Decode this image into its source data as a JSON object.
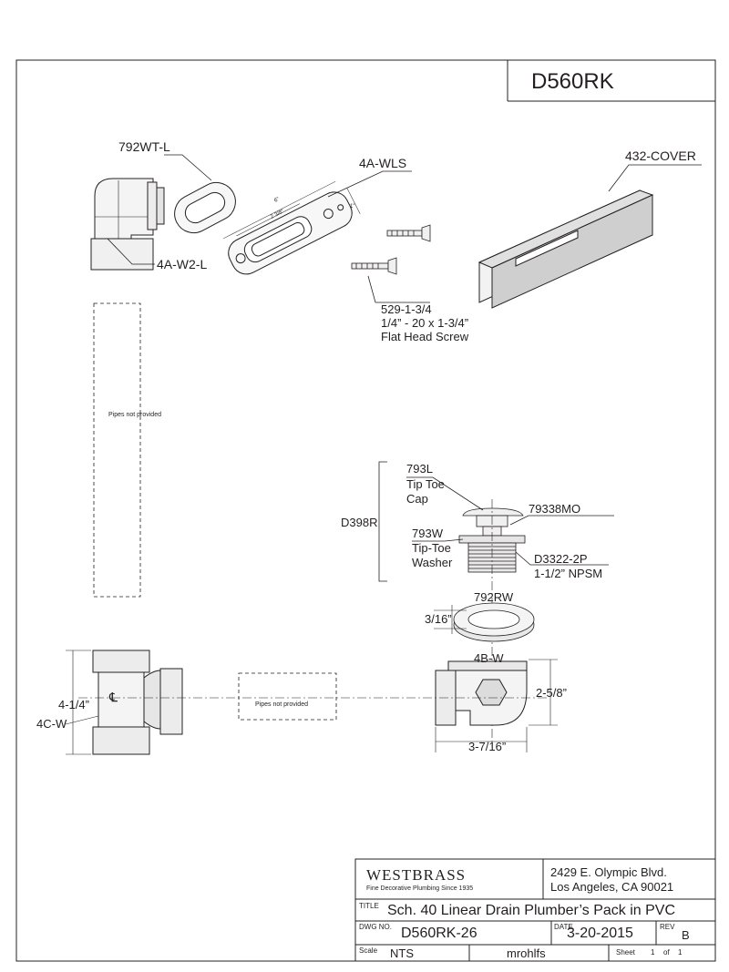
{
  "sheet": {
    "part_number": "D560RK"
  },
  "parts": {
    "elbow_gasket": "792WT-L",
    "overflow_elbow": "4A-W2-L",
    "drain_plate": "4A-WLS",
    "cover": "432-COVER",
    "screw_part": "529-1-3/4",
    "screw_size": "1/4” - 20 x 1-3/4”",
    "screw_desc": "Flat Head Screw",
    "assembly": "D398R",
    "cap_part": "793L",
    "cap_line1": "Tip Toe",
    "cap_line2": "Cap",
    "stopper": "79338MO",
    "washer_part": "793W",
    "washer_line1": "Tip-Toe",
    "washer_line2": "Washer",
    "body_part": "D3322-2P",
    "body_thread": "1-1/2” NPSM",
    "rubber_washer": "792RW",
    "rubber_thickness": "3/16”",
    "shoe": "4B-W",
    "shoe_height": "2-5/8”",
    "shoe_width": "3-7/16”",
    "tee": "4C-W",
    "tee_height": "4-1/4”",
    "centerline": "℄"
  },
  "pipes_note": "Pipes not provided",
  "plate_dims": {
    "d1": "6\"",
    "d2": "2 3/8\"",
    "d3": "1\""
  },
  "title_block": {
    "brand": "WESTBRASS",
    "tagline": "Fine Decorative Plumbing Since 1935",
    "address1": "2429 E. Olympic Blvd.",
    "address2": "Los Angeles, CA 90021",
    "title_label": "TITLE",
    "title": "Sch. 40 Linear Drain Plumber’s Pack in PVC",
    "dwg_label": "DWG NO.",
    "dwg_no": "D560RK-26",
    "date_label": "DATE",
    "date": "3-20-2015",
    "rev_label": "REV",
    "rev": "B",
    "scale_label": "Scale",
    "scale": "NTS",
    "drawn_by": "mrohlfs",
    "sheet_label": "Sheet",
    "sheet_no": "1",
    "of_label": "of",
    "sheet_total": "1"
  }
}
